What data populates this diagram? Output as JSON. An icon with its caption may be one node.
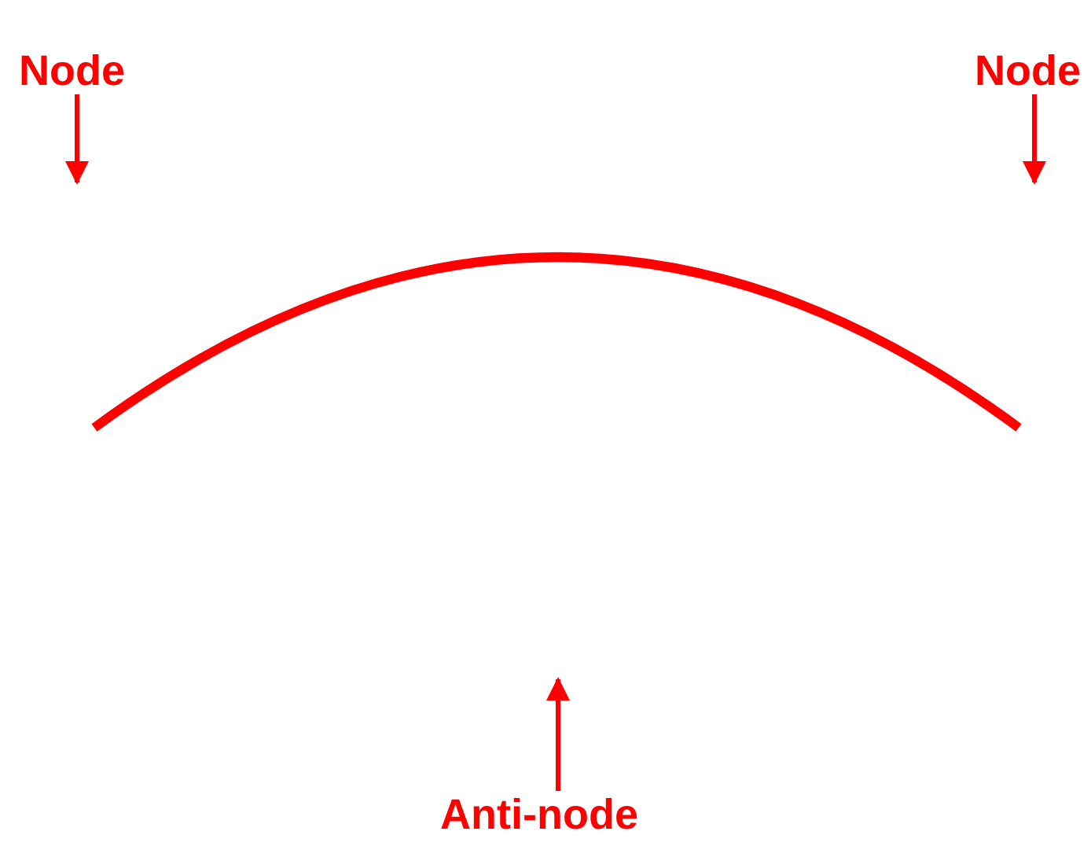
{
  "diagram": {
    "nodes": [
      {
        "text": [
          "Node"
        ]
      },
      {
        "text": [
          "Node"
        ]
      },
      {
        "text": [
          "Anti-node"
        ]
      }
    ],
    "edges": [
      {
        "from": 0,
        "to": null,
        "arrow": "to"
      },
      {
        "from": 1,
        "to": null,
        "arrow": "to"
      },
      {
        "from": 2,
        "to": null,
        "arrow": "to"
      }
    ]
  }
}
